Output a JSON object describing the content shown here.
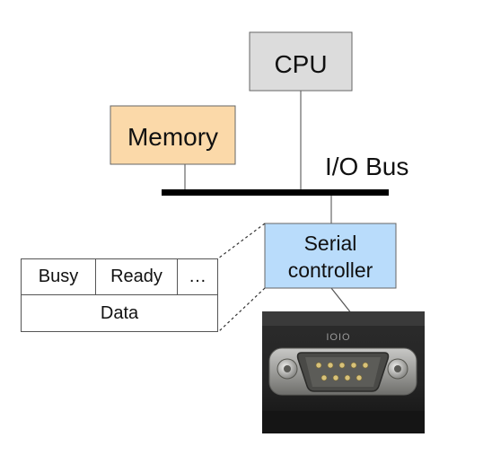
{
  "cpu": {
    "label": "CPU",
    "fill": "#dcdcdc"
  },
  "memory": {
    "label": "Memory",
    "fill": "#fbd9a9"
  },
  "bus": {
    "label": "I/O Bus"
  },
  "serial_controller": {
    "line1": "Serial",
    "line2": "controller",
    "fill": "#b9dcfb"
  },
  "register": {
    "fields": [
      "Busy",
      "Ready",
      "…"
    ],
    "data_label": "Data"
  },
  "port_photo": {
    "port_marking": "IOIO"
  }
}
